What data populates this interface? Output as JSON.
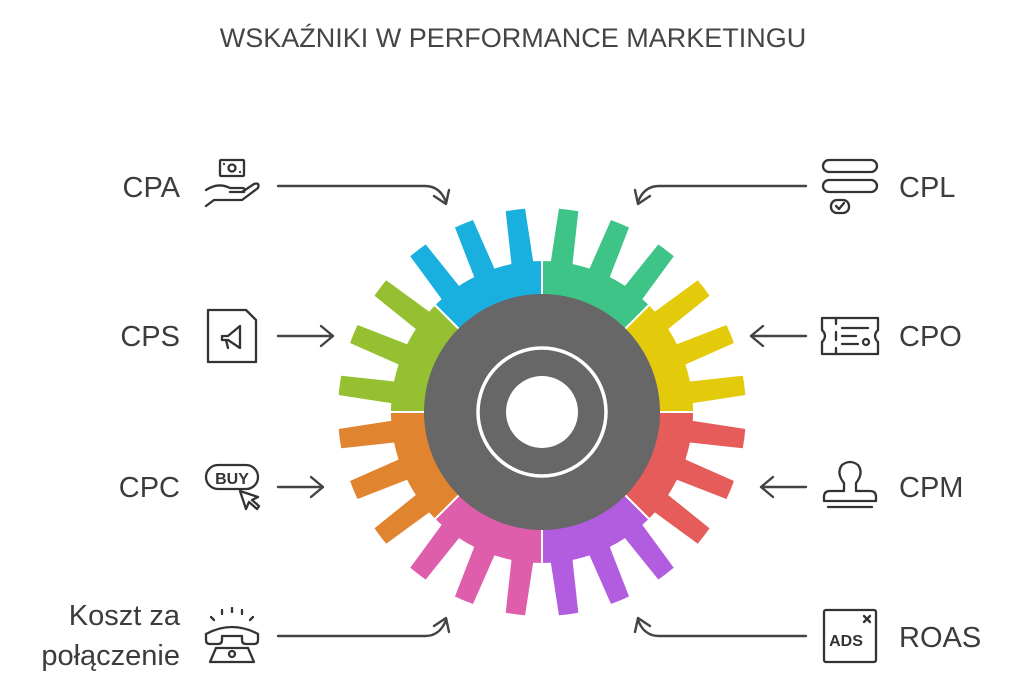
{
  "title": "WSKAŹNIKI W PERFORMANCE MARKETINGU",
  "items": [
    {
      "label": "CPA",
      "icon": "money-hand-icon",
      "color": "#19b0e0"
    },
    {
      "label": "CPL",
      "icon": "form-list-icon",
      "color": "#3ec487"
    },
    {
      "label": "CPS",
      "icon": "megaphone-document-icon",
      "color": "#95c032"
    },
    {
      "label": "CPO",
      "icon": "ticket-icon",
      "color": "#e3cb0b"
    },
    {
      "label": "CPC",
      "icon": "buy-click-icon",
      "color": "#e0842f"
    },
    {
      "label": "CPM",
      "icon": "stamp-icon",
      "color": "#e55c5a"
    },
    {
      "label_lines": [
        "Koszt za",
        "połączenie"
      ],
      "icon": "phone-call-icon",
      "color": "#df5eab"
    },
    {
      "label": "ROAS",
      "icon": "ads-window-icon",
      "color": "#b25de0"
    }
  ],
  "hub": {
    "outer_color": "#676767",
    "ring_color": "#ffffff"
  },
  "icon_ads_text": "ADS",
  "icon_buy_text": "BUY"
}
